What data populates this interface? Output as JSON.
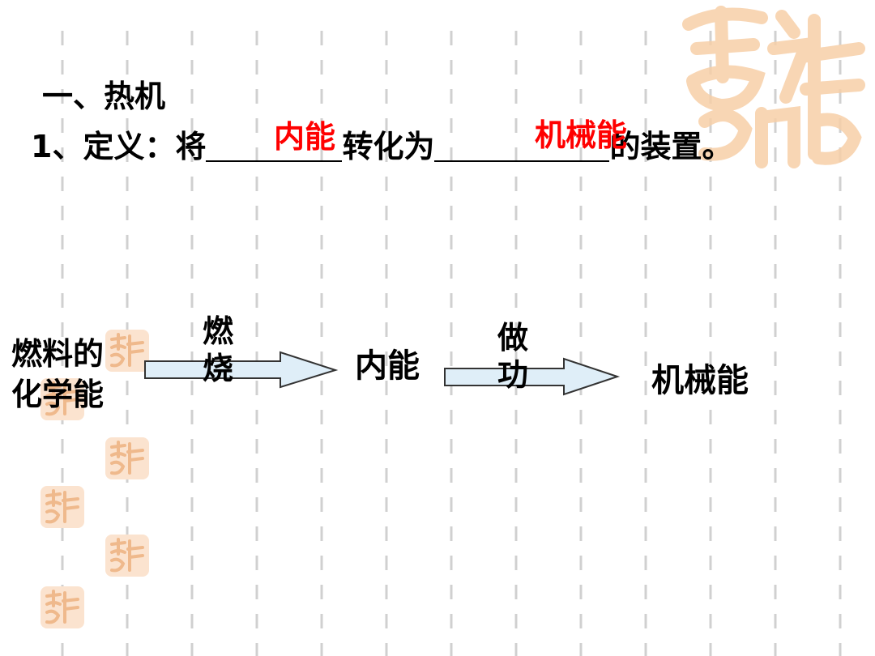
{
  "heading": "一、热机",
  "definition": {
    "number_prefix": "1、定义：将",
    "middle": "转化为",
    "suffix": "的装置。",
    "answer1": "内能",
    "answer2": "机械能"
  },
  "flow": {
    "source": [
      "燃料的",
      "化学能"
    ],
    "process1": [
      "燃",
      "烧"
    ],
    "intermediate": "内能",
    "process2": [
      "做",
      "功"
    ],
    "result": "机械能"
  },
  "colors": {
    "answer": "#ff0000",
    "arrow_fill": "#dfeef8",
    "dash": "#cccccc",
    "watermark": "#f5c8a0"
  },
  "watermark_text": "吉祥如意"
}
